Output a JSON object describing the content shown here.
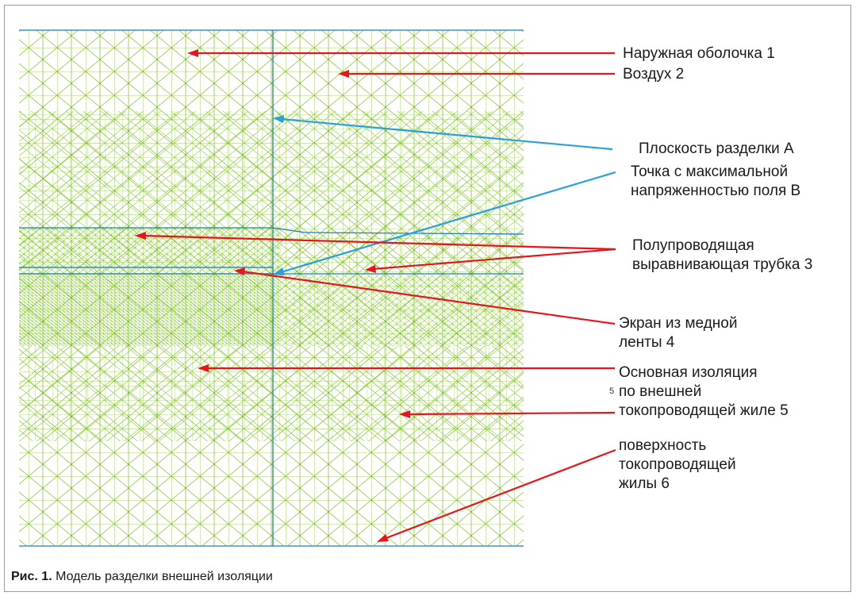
{
  "colors": {
    "mesh": "#8cc63f",
    "axes": "#1f7fc1",
    "arrow_red": "#e8141c",
    "arrow_blue": "#2a9fd8"
  },
  "labels": {
    "outer_shell": "Наружная оболочка 1",
    "air": "Воздух 2",
    "cut_plane": "Плоскость разделки А",
    "max_field_point": "Точка с максимальной\nнапряженностью поля В",
    "semiconducting_tube": "Полупроводящая\nвыравнивающая трубка 3",
    "copper_screen": "Экран из медной\nленты 4",
    "main_insulation": "Основная изоляция\nпо внешней\nтокопроводящей жиле 5",
    "conductor_surface": "поверхность\nтокопроводящей\nжилы 6"
  },
  "stray_mark": "5",
  "caption": {
    "prefix": "Рис. 1.",
    "text": " Модель разделки внешней изоляции"
  }
}
